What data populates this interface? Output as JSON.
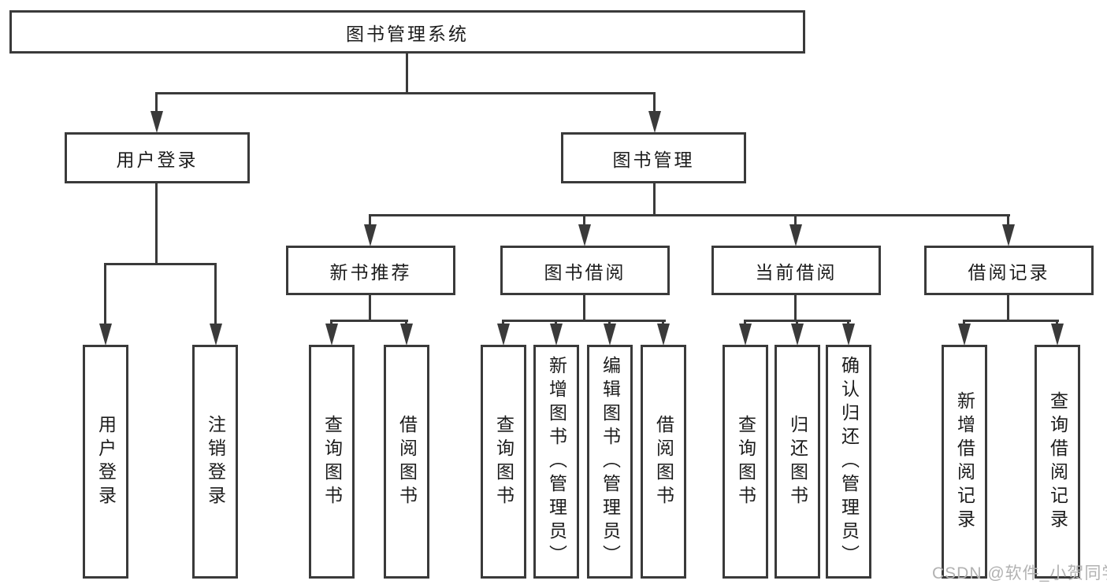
{
  "diagram": {
    "root": {
      "label": "图书管理系统"
    },
    "level2": {
      "user_login": {
        "label": "用户登录"
      },
      "book_mgmt": {
        "label": "图书管理"
      }
    },
    "level3": {
      "new_books": {
        "label": "新书推荐"
      },
      "book_borrow": {
        "label": "图书借阅"
      },
      "current_borrow": {
        "label": "当前借阅"
      },
      "borrow_records": {
        "label": "借阅记录"
      }
    },
    "leaves": {
      "user_login": {
        "label": "用户登录"
      },
      "logout": {
        "label": "注销登录"
      },
      "nb_query": {
        "label": "查询图书"
      },
      "nb_borrow": {
        "label": "借阅图书"
      },
      "bb_query": {
        "label": "查询图书"
      },
      "bb_add": {
        "label": "新增图书（管理员）"
      },
      "bb_edit": {
        "label": "编辑图书（管理员）"
      },
      "bb_borrow": {
        "label": "借阅图书"
      },
      "cb_query": {
        "label": "查询图书"
      },
      "cb_return": {
        "label": "归还图书"
      },
      "cb_confirm": {
        "label": "确认归还（管理员）"
      },
      "br_add": {
        "label": "新增借阅记录"
      },
      "br_query": {
        "label": "查询借阅记录"
      }
    },
    "watermark": "CSDN @软件_小贺同学",
    "colors": {
      "line": "#3a3a3a",
      "text": "#1c1c1c",
      "watermark": "#b2b2b2"
    }
  }
}
